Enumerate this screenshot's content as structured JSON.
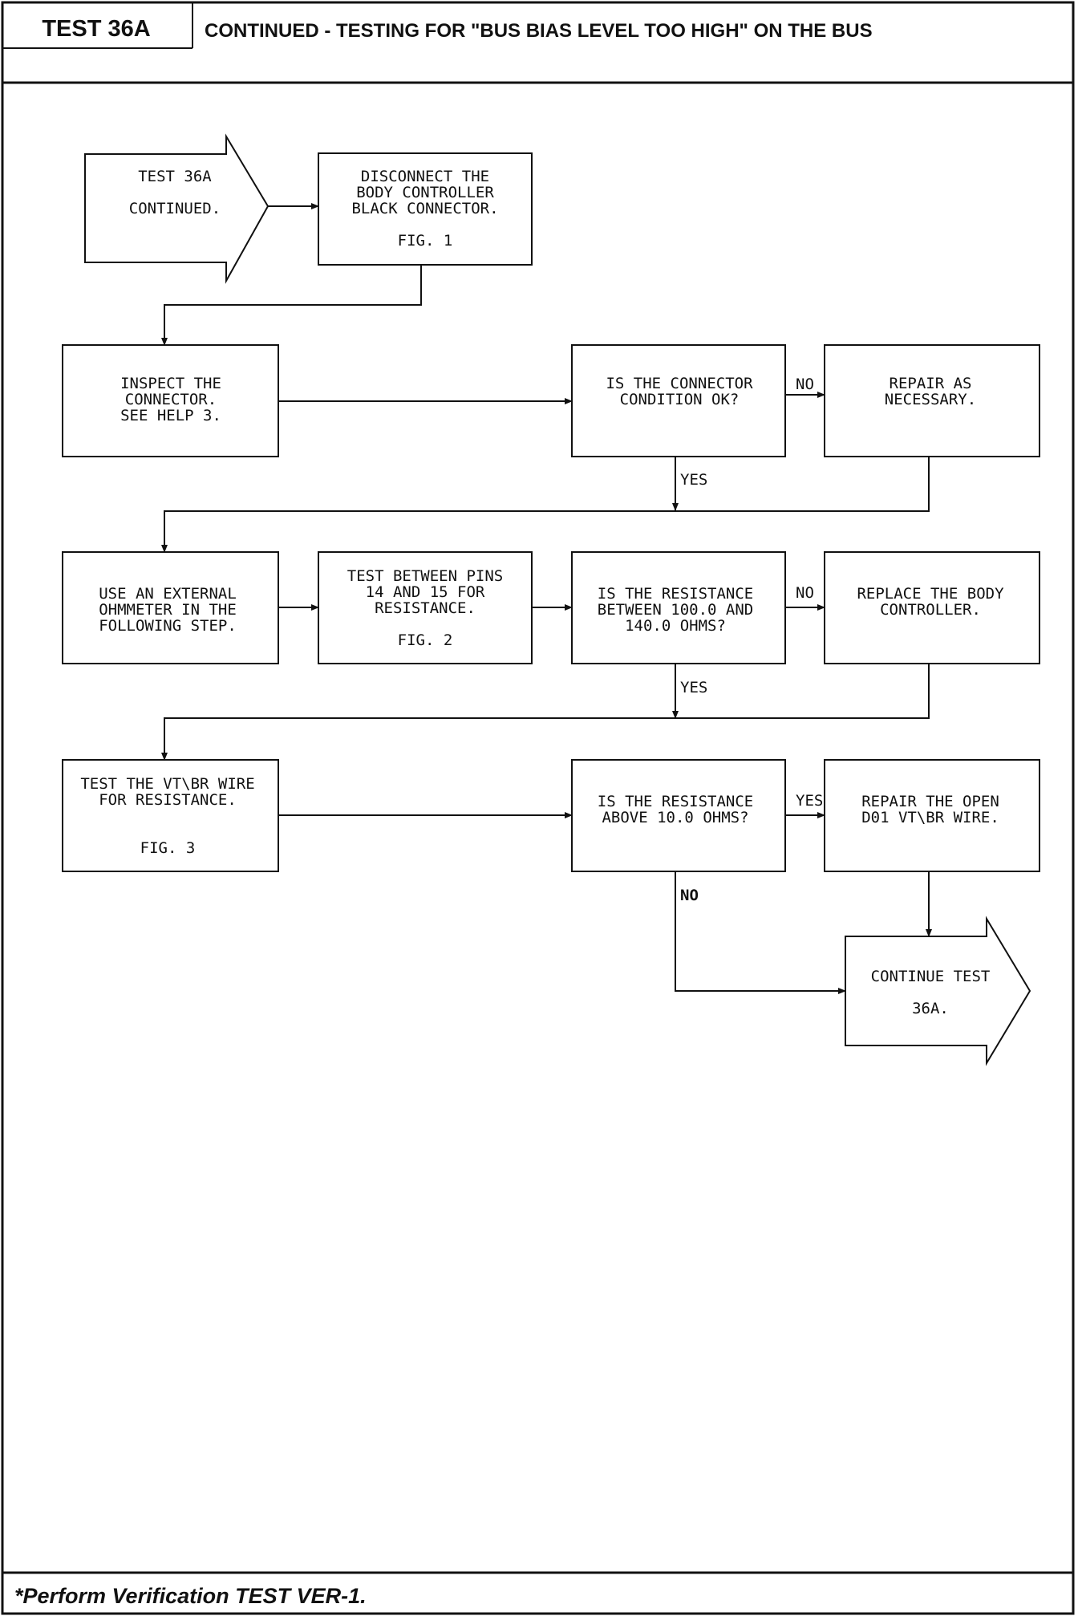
{
  "header": {
    "test_label": "TEST 36A",
    "title": "CONTINUED - TESTING FOR \"BUS BIAS LEVEL TOO HIGH\" ON THE BUS"
  },
  "footer": {
    "note": "*Perform Verification TEST VER-1."
  },
  "flowchart": {
    "start": {
      "lines": [
        "TEST 36A",
        "",
        "CONTINUED."
      ]
    },
    "disconnect": {
      "lines": [
        "DISCONNECT THE",
        "BODY CONTROLLER",
        "BLACK CONNECTOR.",
        "",
        "FIG. 1"
      ]
    },
    "inspect": {
      "lines": [
        "INSPECT THE",
        "CONNECTOR.",
        "SEE HELP 3."
      ]
    },
    "q_connector": {
      "lines": [
        "IS THE CONNECTOR",
        "CONDITION OK?"
      ]
    },
    "repair_connector": {
      "lines": [
        "REPAIR AS",
        "NECESSARY."
      ]
    },
    "ohmmeter": {
      "lines": [
        "USE AN EXTERNAL",
        "OHMMETER IN THE",
        "FOLLOWING STEP."
      ]
    },
    "test_pins": {
      "lines": [
        "TEST BETWEEN PINS",
        "14 AND 15 FOR",
        "RESISTANCE.",
        "",
        "FIG. 2"
      ]
    },
    "q_resistance": {
      "lines": [
        "IS THE RESISTANCE",
        "BETWEEN 100.0 AND",
        "140.0 OHMS?"
      ]
    },
    "replace": {
      "lines": [
        "REPLACE THE BODY",
        "CONTROLLER."
      ]
    },
    "test_wire": {
      "lines": [
        "TEST THE VT\\BR WIRE",
        "FOR RESISTANCE.",
        "",
        "",
        "FIG. 3"
      ]
    },
    "q_above": {
      "lines": [
        "IS THE RESISTANCE",
        "ABOVE 10.0 OHMS?"
      ]
    },
    "repair_open": {
      "lines": [
        "REPAIR THE OPEN",
        "D01 VT\\BR WIRE."
      ]
    },
    "continue": {
      "lines": [
        "CONTINUE TEST",
        "",
        "36A."
      ]
    },
    "labels": {
      "no1": "NO",
      "yes1": "YES",
      "no2": "NO",
      "yes2": "YES",
      "yes3": "YES",
      "no3": "NO"
    }
  }
}
